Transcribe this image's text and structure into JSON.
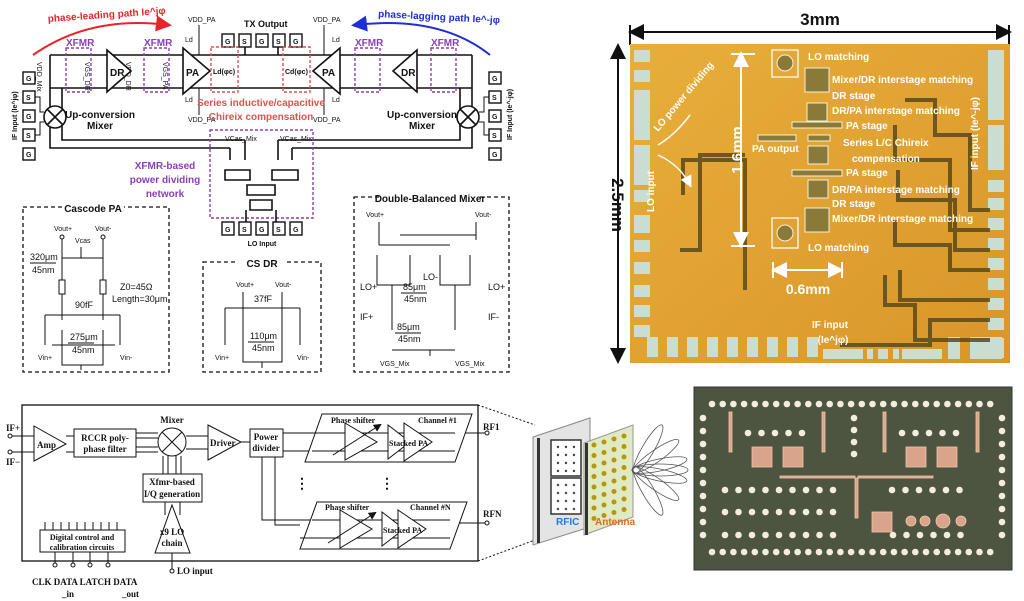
{
  "schematic": {
    "leading_path": "phase-leading path Ie^jφ",
    "lagging_path": "phase-lagging path Ie^-jφ",
    "tx_output": "TX Output",
    "vdd_pa": "VDD_PA",
    "ld": "Ld",
    "xfmr": "XFMR",
    "dr": "DR",
    "pa": "PA",
    "vdd_mix": "VDD_Mix",
    "vgs_dr": "VGS_DR",
    "vdd_dr": "VDD_DR",
    "vgs_pa": "VGS_PA",
    "ld_phi": "Ld(φc)",
    "cd_phi": "Cd(φc)",
    "series_comp_1": "Series inductive/capacitive",
    "series_comp_2": "Chireix compensation",
    "mixer_1": "Up-conversion",
    "mixer_2": "Mixer",
    "if_input_left": "IF Input (Ie^jφ)",
    "if_input_right": "IF Input (Ie^-jφ)",
    "pads": [
      "G",
      "S",
      "G",
      "S",
      "G"
    ],
    "vcas_mix": "VCas_Mix",
    "divider_1": "XFMR-based",
    "divider_2": "power dividing",
    "divider_3": "network",
    "lo_input": "LO Input",
    "colors": {
      "lead": "#e8232a",
      "lag": "#1f2fd6",
      "xfmr": "#8a3fb5",
      "comp": "#d9534f"
    }
  },
  "cascode_pa": {
    "title": "Cascode PA",
    "vout_p": "Vout+",
    "vout_n": "Vout-",
    "vcas": "Vcas",
    "w1": "320μm",
    "l1": "45nm",
    "z0": "Z0=45Ω",
    "length": "Length=30μm",
    "cap": "90fF",
    "w2": "275μm",
    "l2": "45nm",
    "vin_p": "Vin+",
    "vin_n": "Vin-"
  },
  "cs_dr": {
    "title": "CS DR",
    "vout_p": "Vout+",
    "vout_n": "Vout-",
    "cap": "37fF",
    "w": "110μm",
    "l": "45nm",
    "vin_p": "Vin+",
    "vin_n": "Vin-"
  },
  "db_mixer": {
    "title": "Double-Balanced Mixer",
    "vout_p": "Vout+",
    "vout_n": "Vout-",
    "lo_p": "LO+",
    "lo_n": "LO-",
    "lo_p2": "LO+",
    "w1": "85μm",
    "l1": "45nm",
    "w2": "85μm",
    "l2": "45nm",
    "if_p": "IF+",
    "if_n": "IF-",
    "vgs1": "VGS_Mix",
    "vgs2": "VGS_Mix"
  },
  "die_photo": {
    "width_label": "3mm",
    "height_label": "2.5mm",
    "span_label": "1.6mm",
    "scale_label": "0.6mm",
    "lo_power_dividing": "LO power dividing",
    "lo_input": "LO input",
    "pa_output": "PA output",
    "if_input_right": "IF input (Ie^-jφ)",
    "if_input_bottom_1": "IF input",
    "if_input_bottom_2": "(Ie^jφ)",
    "labels": [
      "LO matching",
      "Mixer/DR interstage matching",
      "DR stage",
      "DR/PA interstage matching",
      "PA stage",
      "Series L/C Chireix",
      "compensation",
      "PA stage",
      "DR/PA interstage matching",
      "DR stage",
      "Mixer/DR interstage matching",
      "LO matching"
    ],
    "colors": {
      "die": "#e3a530",
      "pad": "#c9ddd0",
      "trace": "#5a4a1c"
    }
  },
  "block_diagram": {
    "if_p": "IF+",
    "if_n": "IF−",
    "amp": "Amp",
    "rccr_1": "RCCR poly-",
    "rccr_2": "phase filter",
    "mixer": "Mixer",
    "driver": "Driver",
    "divider_1": "Power",
    "divider_2": "divider",
    "iq_1": "Xfmr-based",
    "iq_2": "I/Q generation",
    "lo_chain_1": "x9 LO",
    "lo_chain_2": "chain",
    "lo_input": "LO input",
    "digital_1": "Digital control and",
    "digital_2": "calibration circuits",
    "pins": "CLK DATA LATCH DATA",
    "pin_in": "_in",
    "pin_out": "_out",
    "channels": [
      {
        "phase_shifter": "Phase shifter",
        "name": "Channel #1",
        "pa": "Stacked PA",
        "rf": "RF1"
      },
      {
        "phase_shifter": "Phase shifter",
        "name": "Channel #N",
        "pa": "Stacked PA",
        "rf": "RFN"
      }
    ],
    "ellipsis": "⋮"
  },
  "module": {
    "rfic": "RFIC",
    "antenna": "Antenna",
    "colors": {
      "rfic": "#1f7fd6",
      "antenna": "#e06a1a"
    }
  },
  "chip_photo": {
    "colors": {
      "bg": "#4d5540",
      "pad": "#f3eedc",
      "circuit": "#d9a48a"
    }
  }
}
